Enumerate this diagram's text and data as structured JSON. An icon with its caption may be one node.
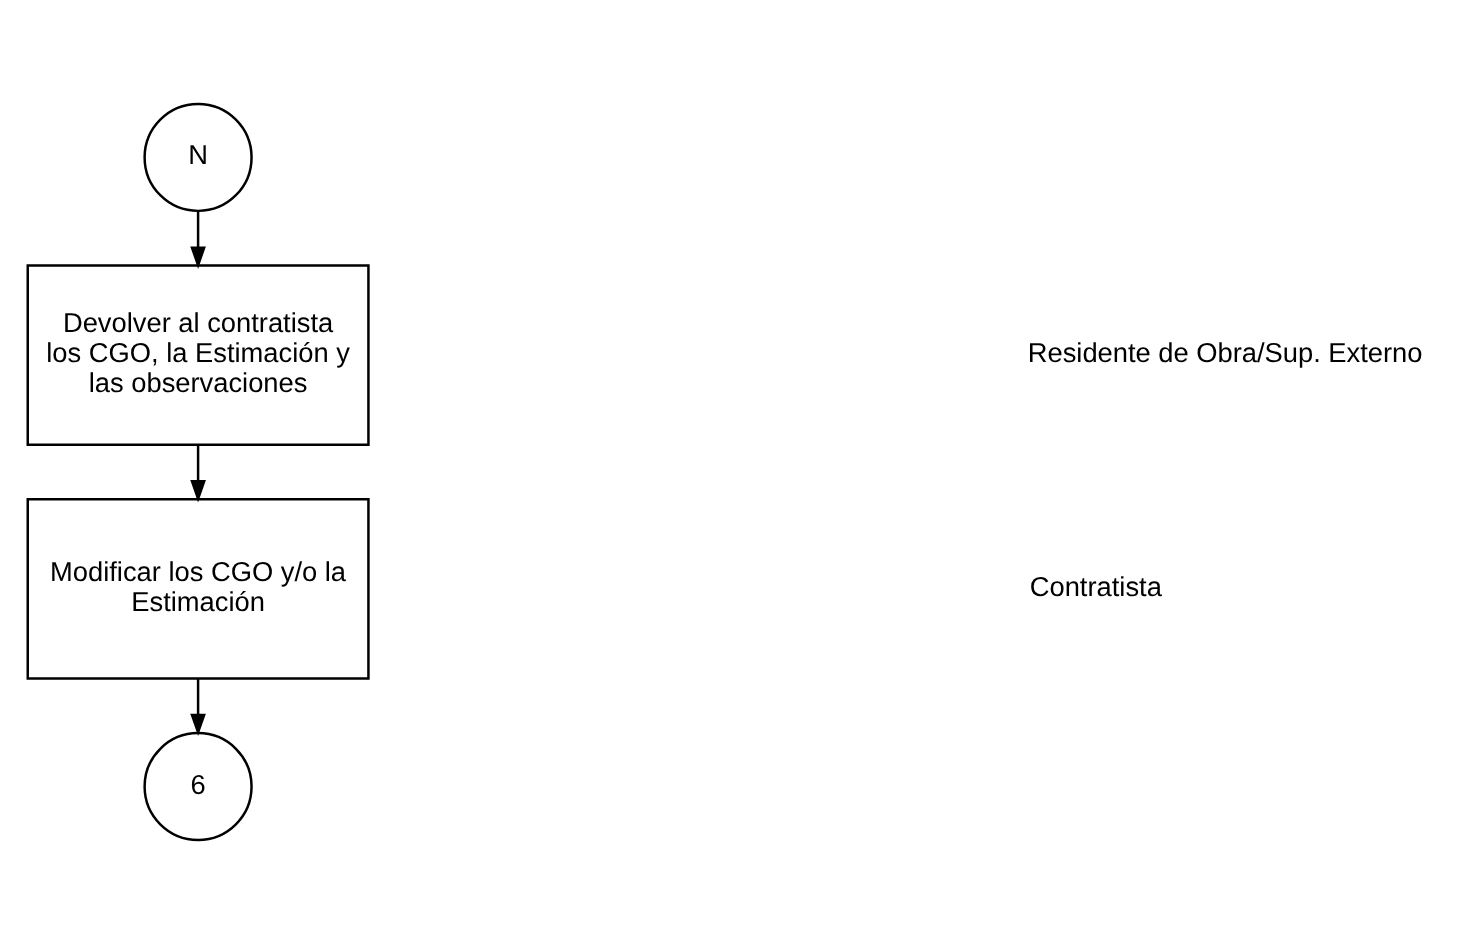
{
  "diagram": {
    "nodes": [
      {
        "text": [
          "N"
        ]
      },
      {
        "text": [
          "Devolver al contratista los CGO, la Estimación y las observaciones"
        ]
      },
      {
        "text": [
          "Modificar los CGO y/o la Estimación"
        ]
      },
      {
        "text": [
          "6"
        ]
      }
    ],
    "edges": [
      {
        "from": 0,
        "to": 1,
        "arrow": "to"
      },
      {
        "from": 1,
        "to": 2,
        "arrow": "to"
      },
      {
        "from": 2,
        "to": 3,
        "arrow": "to"
      }
    ],
    "labels": [
      "Residente de Obra/Sup. Externo",
      "Contratista"
    ]
  }
}
